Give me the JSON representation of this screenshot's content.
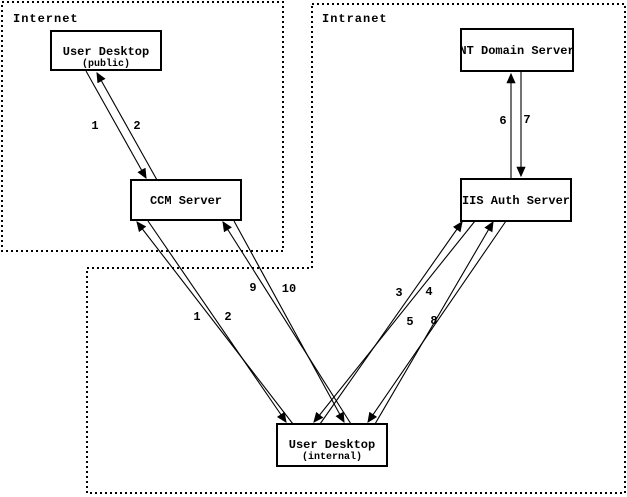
{
  "diagram": {
    "zones": [
      {
        "label": "Internet"
      },
      {
        "label": "Intranet"
      }
    ],
    "nodes": [
      {
        "title": "User Desktop",
        "subtitle": "(public)",
        "zone": "Internet"
      },
      {
        "title": "CCM Server",
        "subtitle": "",
        "zone": "Internet"
      },
      {
        "title": "NT Domain Server",
        "subtitle": "",
        "zone": "Intranet"
      },
      {
        "title": "IIS Auth Server",
        "subtitle": "",
        "zone": "Intranet"
      },
      {
        "title": "User Desktop",
        "subtitle": "(internal)",
        "zone": "Intranet"
      }
    ],
    "connections": [
      {
        "between": [
          "User Desktop (public)",
          "CCM Server"
        ],
        "labels": [
          "1",
          "2"
        ]
      },
      {
        "between": [
          "User Desktop (internal)",
          "CCM Server"
        ],
        "labels": [
          "1",
          "2"
        ]
      },
      {
        "between": [
          "User Desktop (internal)",
          "CCM Server"
        ],
        "labels": [
          "9",
          "10"
        ]
      },
      {
        "between": [
          "User Desktop (internal)",
          "IIS Auth Server"
        ],
        "labels": [
          "3",
          "4"
        ]
      },
      {
        "between": [
          "User Desktop (internal)",
          "IIS Auth Server"
        ],
        "labels": [
          "5",
          "8"
        ]
      },
      {
        "between": [
          "NT Domain Server",
          "IIS Auth Server"
        ],
        "labels": [
          "6",
          "7"
        ]
      }
    ],
    "colors": {
      "ink": "#000000",
      "background": "#ffffff"
    }
  }
}
